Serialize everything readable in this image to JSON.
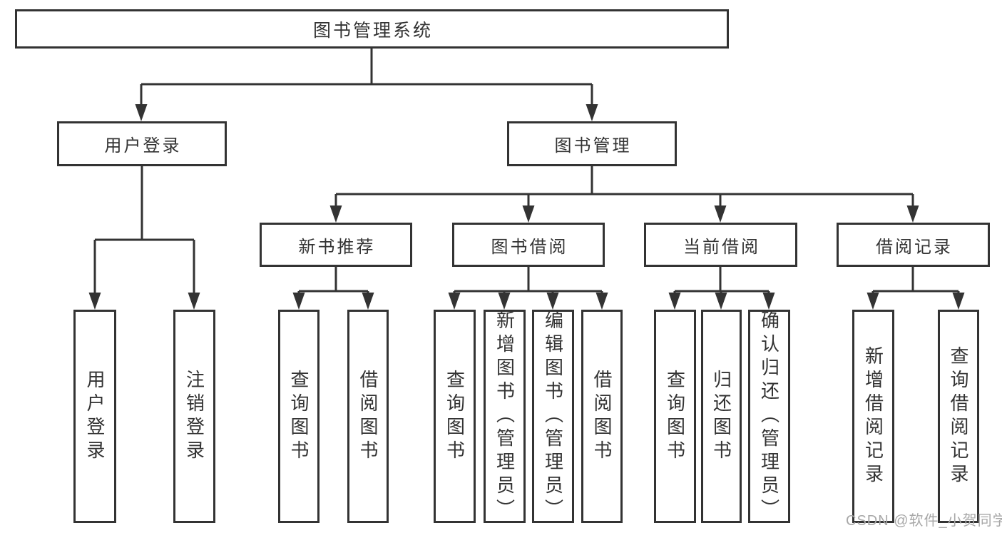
{
  "diagram": {
    "type": "hierarchy-tree",
    "root": {
      "label": "图书管理系统"
    },
    "level2": [
      {
        "id": "user-login",
        "label": "用户登录"
      },
      {
        "id": "book-management",
        "label": "图书管理"
      }
    ],
    "level3": [
      {
        "id": "new-book-recommend",
        "label": "新书推荐",
        "parent": "图书管理"
      },
      {
        "id": "book-borrowing",
        "label": "图书借阅",
        "parent": "图书管理"
      },
      {
        "id": "current-borrowing",
        "label": "当前借阅",
        "parent": "图书管理"
      },
      {
        "id": "borrow-records",
        "label": "借阅记录",
        "parent": "图书管理"
      }
    ],
    "leaves": [
      {
        "label": "用户登录",
        "parent": "用户登录"
      },
      {
        "label": "注销登录",
        "parent": "用户登录"
      },
      {
        "label": "查询图书",
        "parent": "新书推荐"
      },
      {
        "label": "借阅图书",
        "parent": "新书推荐"
      },
      {
        "label": "查询图书",
        "parent": "图书借阅"
      },
      {
        "label": "新增图书（管理员）",
        "parent": "图书借阅"
      },
      {
        "label": "编辑图书（管理员）",
        "parent": "图书借阅"
      },
      {
        "label": "借阅图书",
        "parent": "图书借阅"
      },
      {
        "label": "查询图书",
        "parent": "当前借阅"
      },
      {
        "label": "归还图书",
        "parent": "当前借阅"
      },
      {
        "label": "确认归还（管理员）",
        "parent": "当前借阅"
      },
      {
        "label": "新增借阅记录",
        "parent": "借阅记录"
      },
      {
        "label": "查询借阅记录",
        "parent": "借阅记录"
      }
    ],
    "colors": {
      "line": "#333333",
      "box_border": "#333333",
      "box_fill": "#ffffff",
      "text": "#333333",
      "watermark": "#a8a8a8"
    }
  },
  "watermark": {
    "text": "CSDN @软件_小贺同学"
  }
}
